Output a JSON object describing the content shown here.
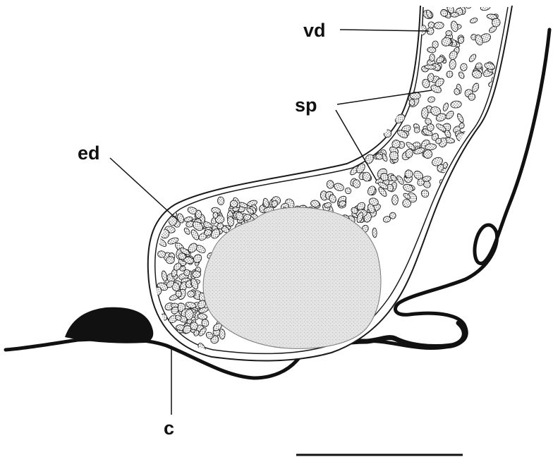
{
  "labels": {
    "vd": "vd",
    "sp": "sp",
    "ed": "ed",
    "c": "c"
  },
  "colors": {
    "ink": "#111111",
    "body_outline": "#1a1a1a",
    "sperm_fill": "#9a9a9a",
    "secretion_fill": "#e2e2e2",
    "background": "#ffffff"
  },
  "scale_bar": {
    "label": ""
  }
}
